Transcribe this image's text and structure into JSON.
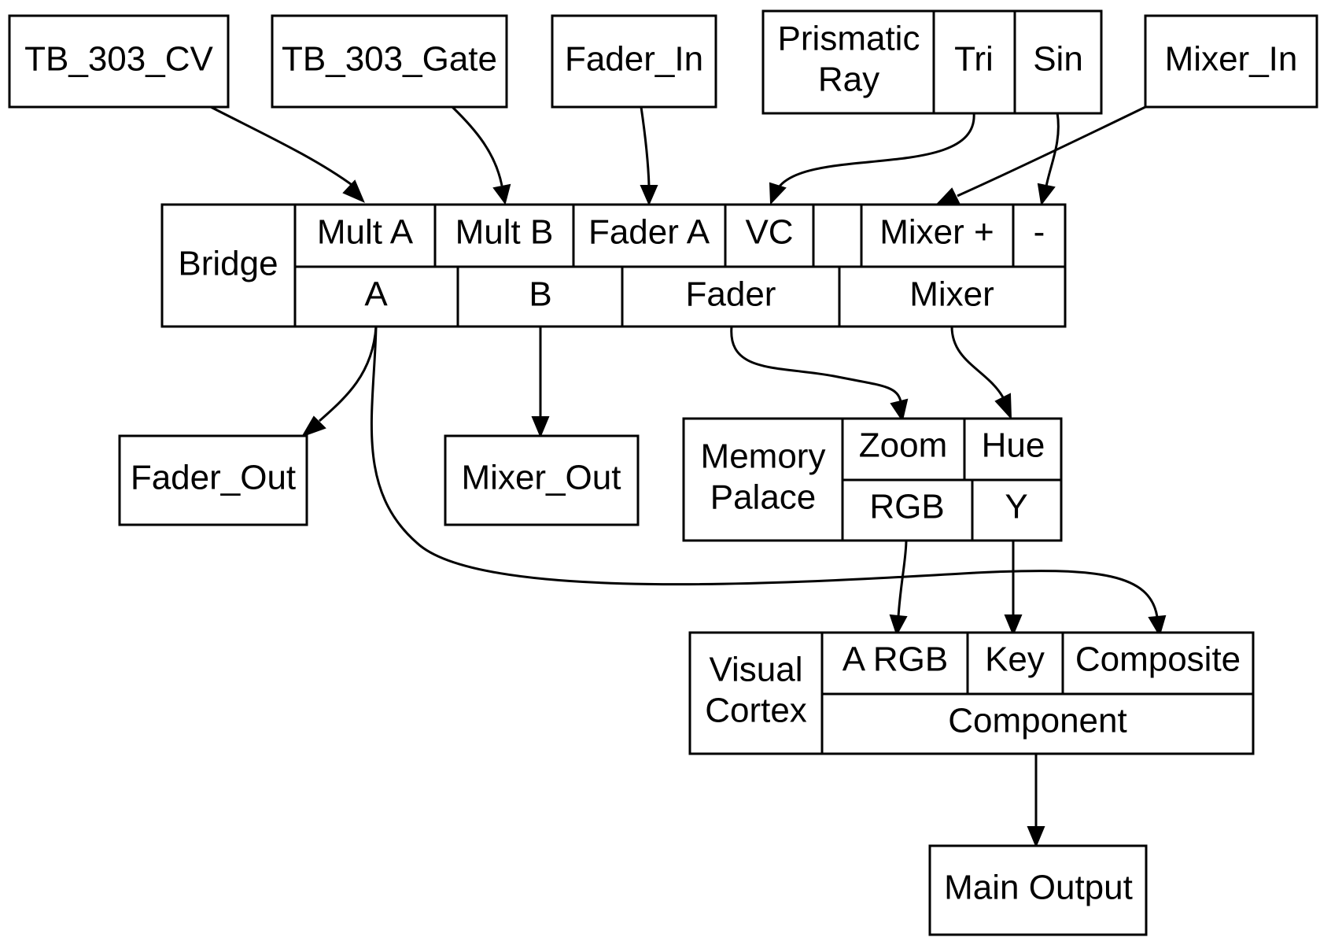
{
  "nodes": {
    "tb303cv": {
      "label": "TB_303_CV"
    },
    "tb303gate": {
      "label": "TB_303_Gate"
    },
    "fader_in": {
      "label": "Fader_In"
    },
    "prismatic_ray": {
      "label_line1": "Prismatic",
      "label_line2": "Ray",
      "ports": {
        "tri": "Tri",
        "sin": "Sin"
      }
    },
    "mixer_in": {
      "label": "Mixer_In"
    },
    "bridge": {
      "label": "Bridge",
      "inputs": {
        "mult_a": "Mult A",
        "mult_b": "Mult B",
        "fader_a": "Fader A",
        "vc": "VC",
        "blank": "",
        "mixer_plus": "Mixer +",
        "minus": "-"
      },
      "outputs": {
        "a": "A",
        "b": "B",
        "fader": "Fader",
        "mixer": "Mixer"
      }
    },
    "fader_out": {
      "label": "Fader_Out"
    },
    "mixer_out": {
      "label": "Mixer_Out"
    },
    "memory_palace": {
      "label_line1": "Memory",
      "label_line2": "Palace",
      "inputs": {
        "zoom": "Zoom",
        "hue": "Hue"
      },
      "outputs": {
        "rgb": "RGB",
        "y": "Y"
      }
    },
    "visual_cortex": {
      "label_line1": "Visual",
      "label_line2": "Cortex",
      "inputs": {
        "a_rgb": "A RGB",
        "key": "Key",
        "composite": "Composite"
      },
      "outputs": {
        "component": "Component"
      }
    },
    "main_output": {
      "label": "Main Output"
    }
  },
  "edges": [
    {
      "from": "TB_303_CV",
      "to": "Bridge:Mult A"
    },
    {
      "from": "TB_303_Gate",
      "to": "Bridge:Mult B"
    },
    {
      "from": "Fader_In",
      "to": "Bridge:Fader A"
    },
    {
      "from": "Prismatic Ray:Tri",
      "to": "Bridge:VC"
    },
    {
      "from": "Prismatic Ray:Sin",
      "to": "Bridge:-"
    },
    {
      "from": "Mixer_In",
      "to": "Bridge:Mixer +"
    },
    {
      "from": "Bridge:A",
      "to": "Fader_Out"
    },
    {
      "from": "Bridge:A",
      "to": "Visual Cortex:Composite"
    },
    {
      "from": "Bridge:B",
      "to": "Mixer_Out"
    },
    {
      "from": "Bridge:Fader",
      "to": "Memory Palace:Zoom"
    },
    {
      "from": "Bridge:Mixer",
      "to": "Memory Palace:Hue"
    },
    {
      "from": "Memory Palace:RGB",
      "to": "Visual Cortex:A RGB"
    },
    {
      "from": "Memory Palace:Y",
      "to": "Visual Cortex:Key"
    },
    {
      "from": "Visual Cortex:Component",
      "to": "Main Output"
    }
  ]
}
